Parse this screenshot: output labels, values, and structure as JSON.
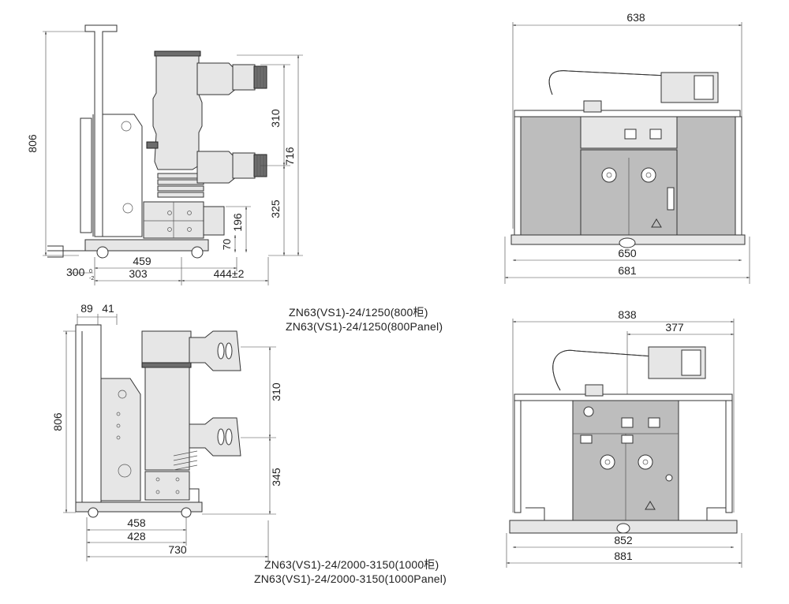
{
  "captions": {
    "top_model_1": "ZN63(VS1)-24/1250(800柜)",
    "top_model_2": "ZN63(VS1)-24/1250(800Panel)",
    "bottom_model_1": "ZN63(VS1)-24/2000-3150(1000柜)",
    "bottom_model_2": "ZN63(VS1)-24/2000-3150(1000Panel)"
  },
  "top_side_view": {
    "height_806": "806",
    "dim_310": "310",
    "dim_716": "716",
    "dim_325": "325",
    "dim_196": "196",
    "dim_70": "70",
    "dim_459": "459",
    "dim_300": "300",
    "tolerance": "0\n-2",
    "dim_303": "303",
    "dim_444": "444±2"
  },
  "top_front_view": {
    "width_638": "638",
    "width_650": "650",
    "width_681": "681"
  },
  "bottom_side_view": {
    "dim_89": "89",
    "dim_41": "41",
    "height_806": "806",
    "dim_310": "310",
    "dim_345": "345",
    "dim_458": "458",
    "dim_428": "428",
    "dim_730": "730"
  },
  "bottom_front_view": {
    "width_838": "838",
    "dim_377": "377",
    "width_852": "852",
    "width_881": "881"
  }
}
